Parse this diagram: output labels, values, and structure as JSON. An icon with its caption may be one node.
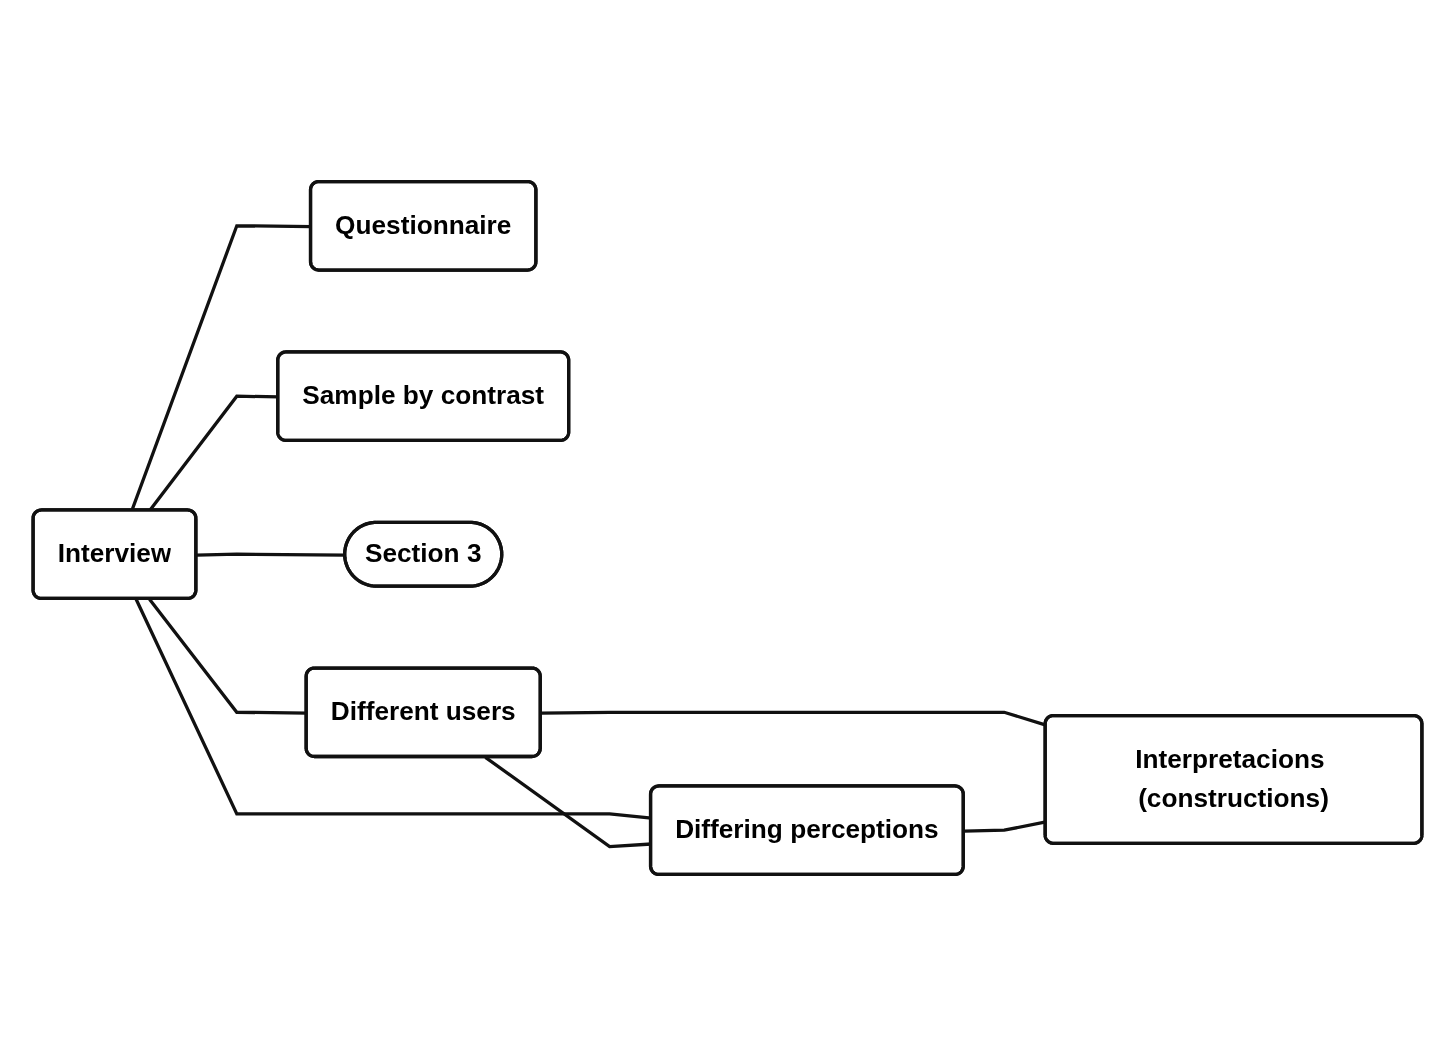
{
  "diagram": {
    "nodes": [
      {
        "text": [
          "Different users"
        ]
      },
      {
        "text": [
          "Interpretacions (constructions)"
        ]
      },
      {
        "text": [
          "Differing perceptions"
        ]
      },
      {
        "text": [
          "Interview"
        ]
      },
      {
        "text": [
          "Questionnaire"
        ]
      },
      {
        "text": [
          "Sample by contrast"
        ]
      },
      {
        "text": [
          "Section 3"
        ]
      }
    ],
    "edges": [
      {
        "from": 3,
        "to": 0,
        "arrow": "none"
      },
      {
        "from": 3,
        "to": 2,
        "arrow": "none"
      },
      {
        "from": 0,
        "to": 2,
        "arrow": "none"
      },
      {
        "from": 0,
        "to": 1,
        "arrow": "none"
      },
      {
        "from": 2,
        "to": 1,
        "arrow": "none"
      },
      {
        "from": 3,
        "to": 4,
        "arrow": "none"
      },
      {
        "from": 3,
        "to": 5,
        "arrow": "none"
      },
      {
        "from": 3,
        "to": 6,
        "arrow": "none"
      }
    ]
  }
}
